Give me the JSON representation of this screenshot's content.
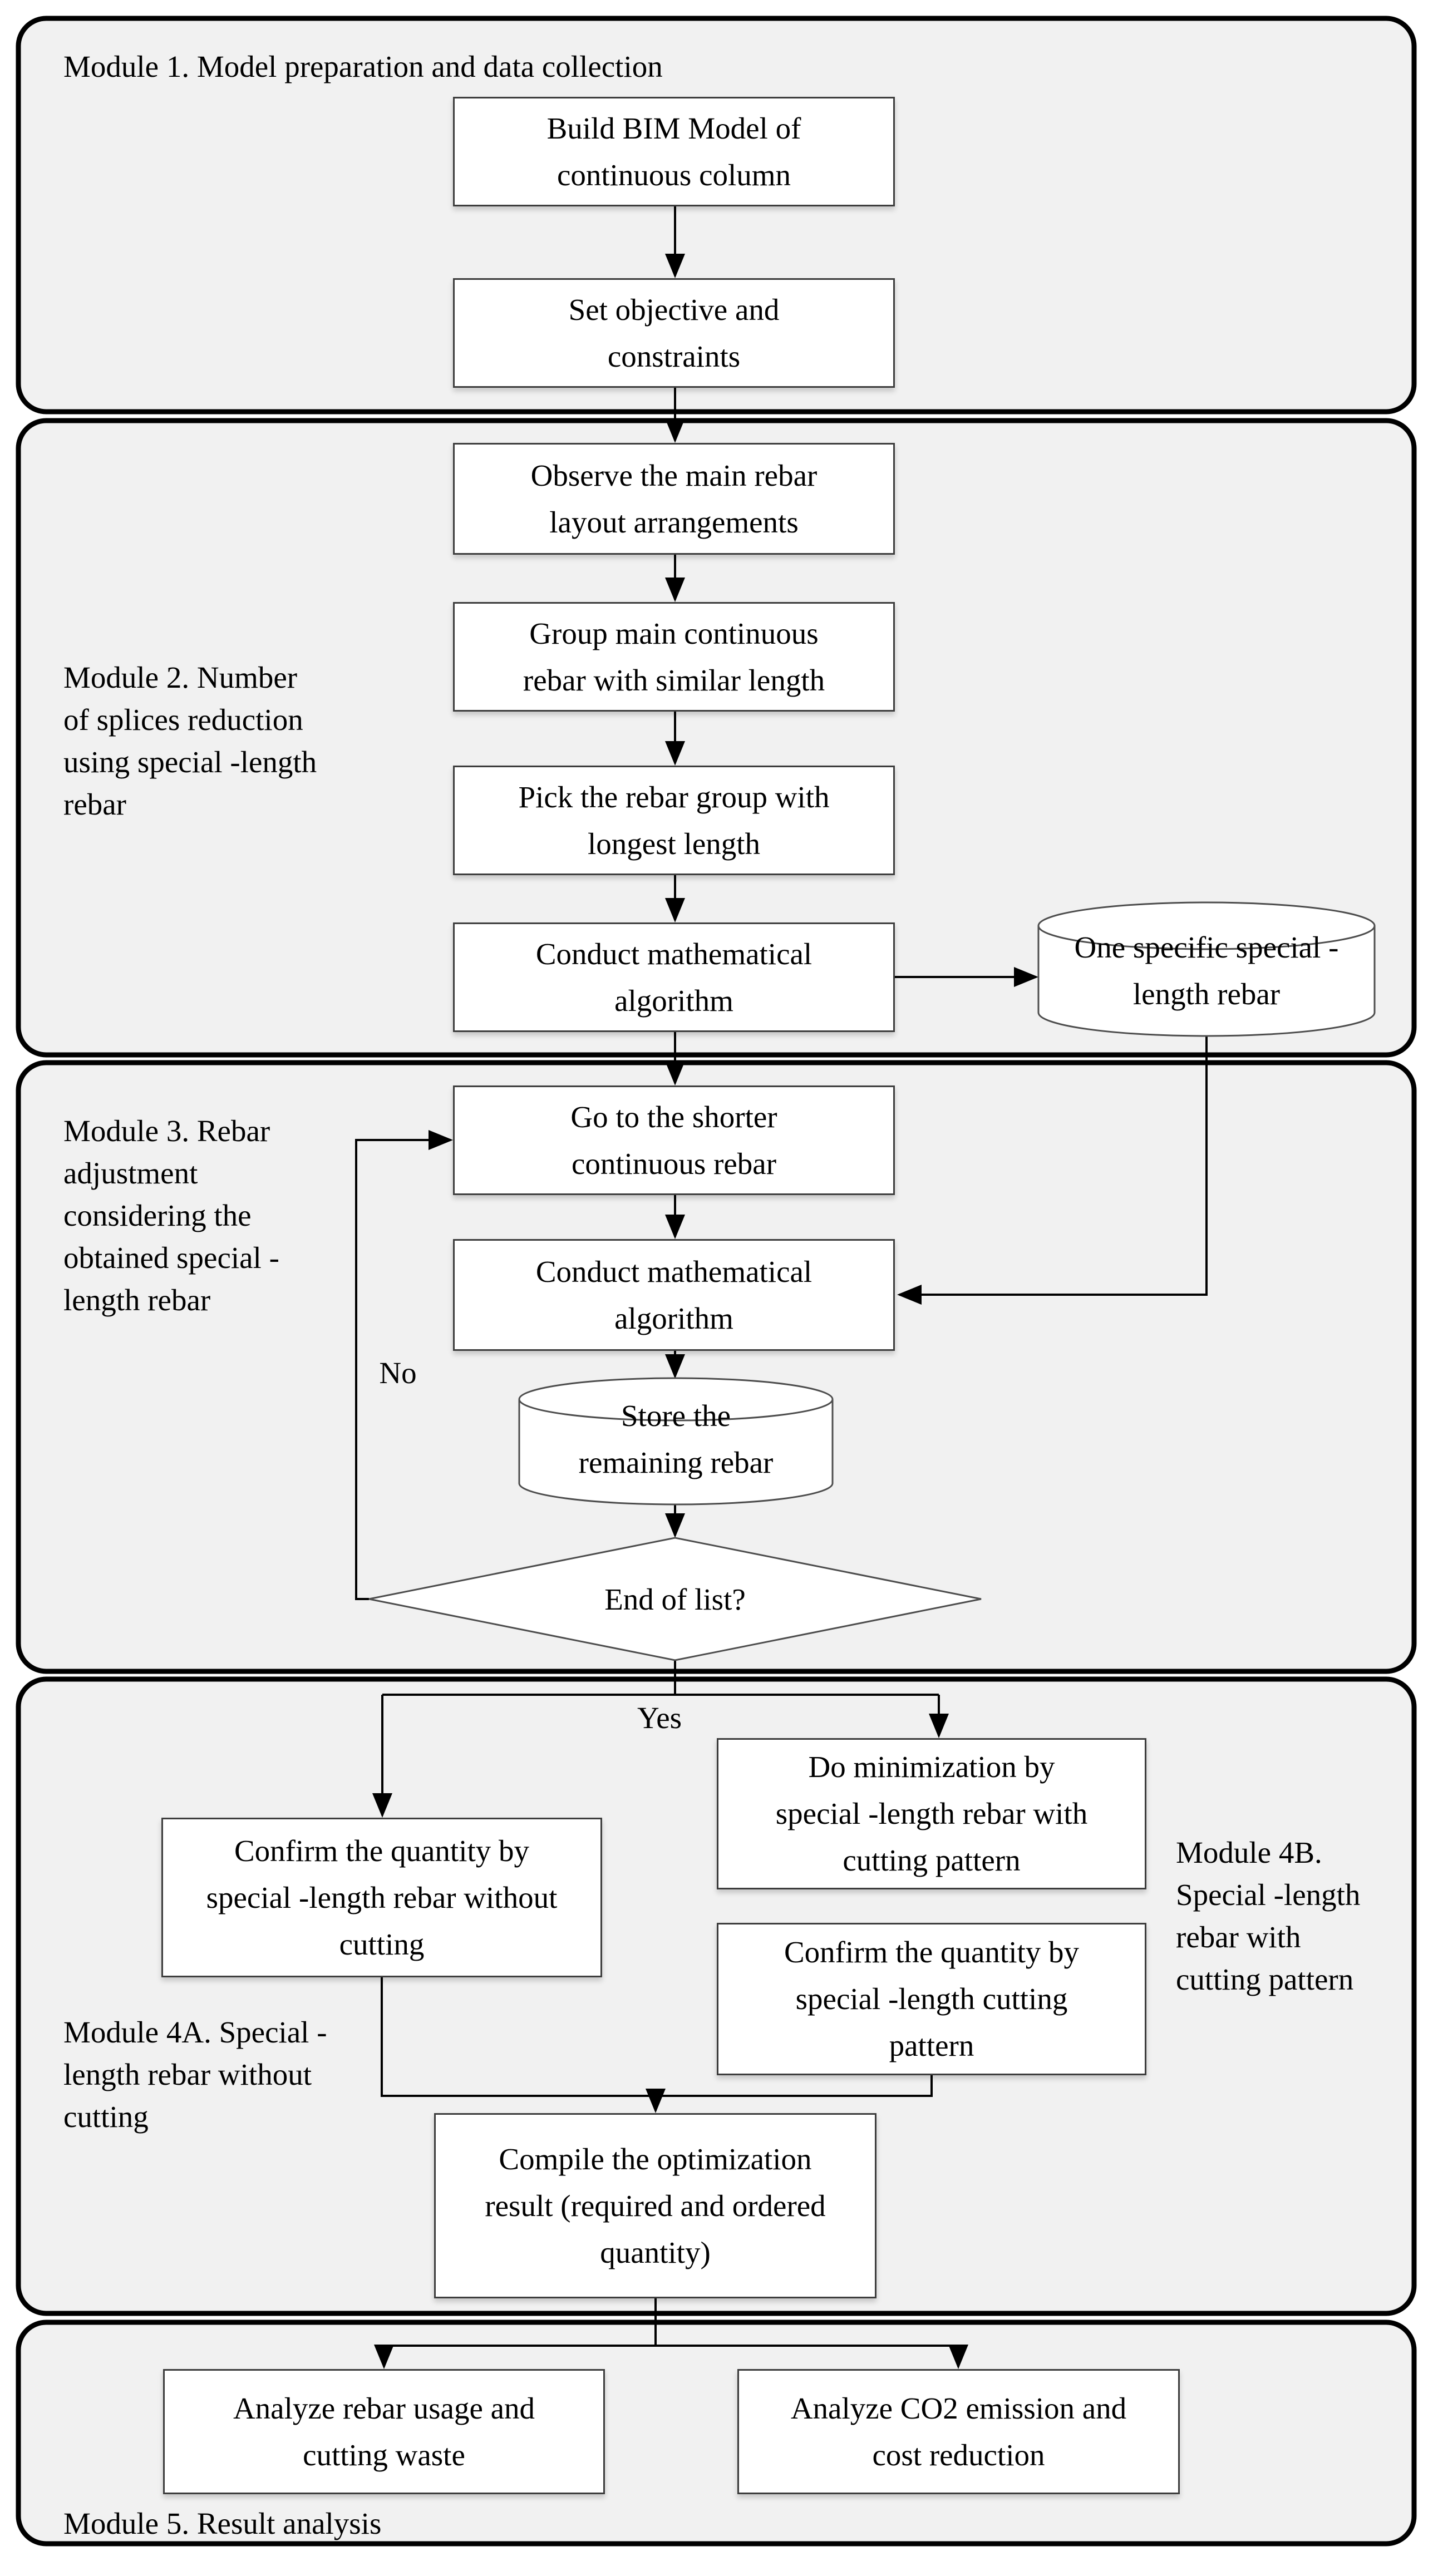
{
  "figure": {
    "type": "flowchart",
    "colors": {
      "module_fill": "#f1f1f1",
      "module_border": "#000000",
      "node_fill": "#ffffff",
      "node_border": "#3d3d3d",
      "connector": "#000000",
      "text": "#000000"
    }
  },
  "modules": [
    {
      "id": "module-1",
      "title_lines": [
        "Module 1. Model preparation and data collection"
      ]
    },
    {
      "id": "module-2",
      "title_lines": [
        "Module 2. Number",
        "of splices reduction",
        "using special -length",
        "rebar"
      ]
    },
    {
      "id": "module-3",
      "title_lines": [
        "Module 3. Rebar",
        "adjustment",
        "considering the",
        "obtained special -",
        "length rebar"
      ]
    },
    {
      "id": "module-4a",
      "title_lines": [
        "Module 4A. Special -",
        "length rebar without",
        "cutting"
      ]
    },
    {
      "id": "module-4b",
      "title_lines": [
        "Module 4B.",
        "Special -length",
        "rebar with",
        "cutting pattern"
      ]
    },
    {
      "id": "module-5",
      "title_lines": [
        "Module 5. Result analysis"
      ]
    }
  ],
  "nodes": {
    "build_bim": {
      "shape": "process",
      "lines": [
        "Build BIM Model of",
        "continuous column"
      ]
    },
    "set_objective": {
      "shape": "process",
      "lines": [
        "Set objective and",
        "constraints"
      ]
    },
    "observe_layout": {
      "shape": "process",
      "lines": [
        "Observe the main rebar",
        "layout arrangements"
      ]
    },
    "group_rebar": {
      "shape": "process",
      "lines": [
        "Group main continuous",
        "rebar with similar length"
      ]
    },
    "pick_group": {
      "shape": "process",
      "lines": [
        "Pick the rebar group with",
        "longest length"
      ]
    },
    "conduct_math_m2": {
      "shape": "process",
      "lines": [
        "Conduct mathematical",
        "algorithm"
      ]
    },
    "one_specific_rebar": {
      "shape": "datastore",
      "lines": [
        "One specific special -",
        "length rebar"
      ]
    },
    "go_shorter": {
      "shape": "process",
      "lines": [
        "Go to the shorter",
        "continuous rebar"
      ]
    },
    "conduct_math_m3": {
      "shape": "process",
      "lines": [
        "Conduct mathematical",
        "algorithm"
      ]
    },
    "store_remaining": {
      "shape": "datastore",
      "lines": [
        "Store the",
        "remaining rebar"
      ]
    },
    "end_of_list": {
      "shape": "decision",
      "lines": [
        "End of list?"
      ]
    },
    "confirm_without_cutting": {
      "shape": "process",
      "lines": [
        "Confirm the quantity by",
        "special -length rebar without",
        "cutting"
      ]
    },
    "do_minimization": {
      "shape": "process",
      "lines": [
        "Do minimization by",
        "special -length rebar with",
        "cutting pattern"
      ]
    },
    "confirm_cutting_pattern": {
      "shape": "process",
      "lines": [
        "Confirm the quantity by",
        "special -length cutting",
        "pattern"
      ]
    },
    "compile_result": {
      "shape": "process",
      "lines": [
        "Compile the optimization",
        "result (required and ordered",
        "quantity)"
      ]
    },
    "analyze_usage": {
      "shape": "process",
      "lines": [
        "Analyze rebar usage and",
        "cutting waste"
      ]
    },
    "analyze_co2": {
      "shape": "process",
      "lines": [
        "Analyze CO2 emission and",
        "cost reduction"
      ]
    }
  },
  "edge_labels": {
    "no": "No",
    "yes": "Yes"
  }
}
